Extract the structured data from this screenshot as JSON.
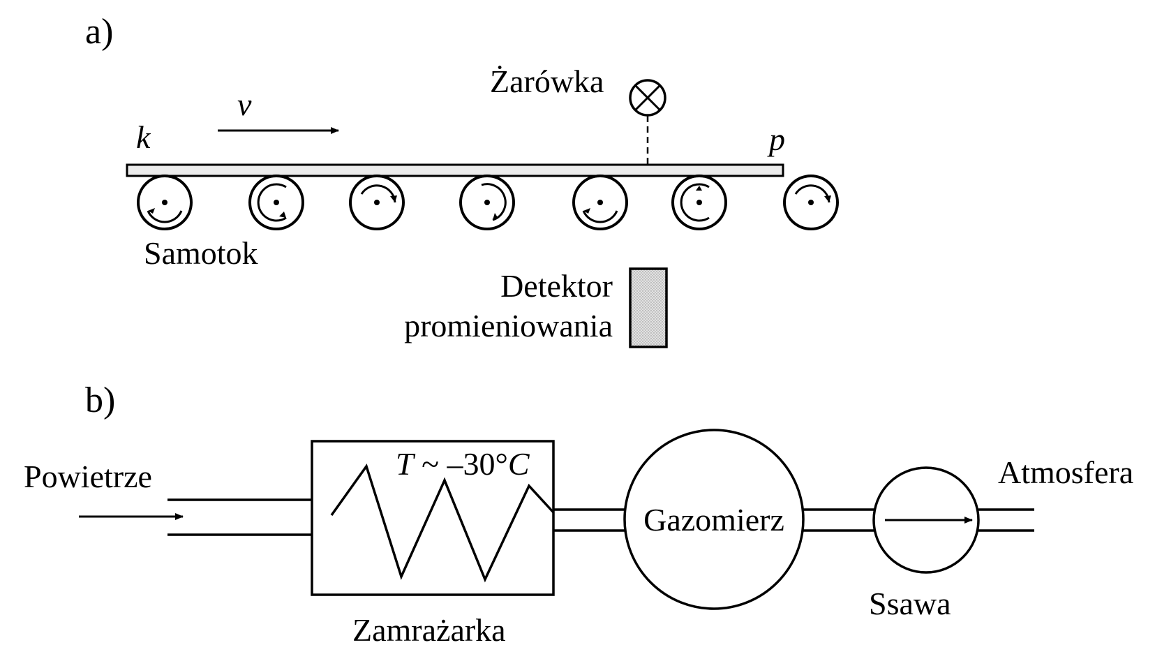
{
  "panel_a": {
    "label": "a)",
    "velocity_symbol": "v",
    "end_k": "k",
    "end_p": "p",
    "bulb_label": "Żarówka",
    "conveyor_label": "Samotok",
    "detector_label_line1": "Detektor",
    "detector_label_line2": "promieniowania"
  },
  "panel_b": {
    "label": "b)",
    "inlet_label": "Powietrze",
    "freezer_label": "Zamrażarka",
    "freezer_temp_T": "T",
    "freezer_temp_value": " ~ –30°",
    "freezer_temp_C": "C",
    "gas_meter_label": "Gazomierz",
    "pump_label": "Ssawa",
    "outlet_label": "Atmosfera"
  }
}
